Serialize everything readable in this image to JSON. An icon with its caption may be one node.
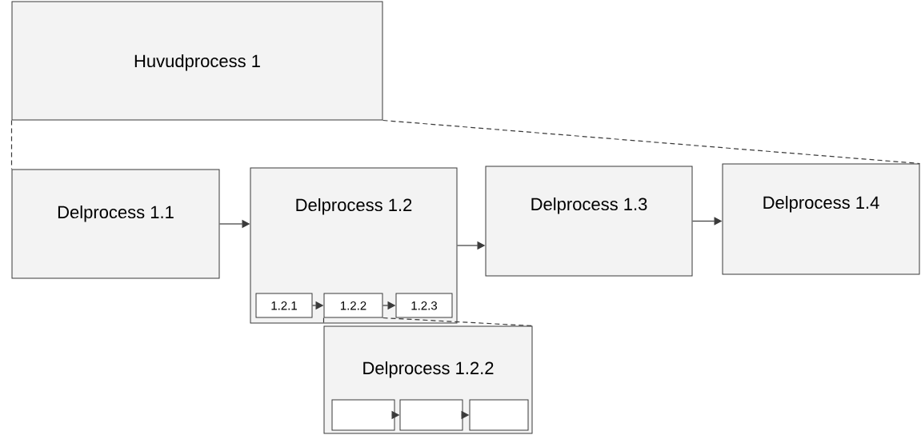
{
  "diagram": {
    "nodes": [
      {
        "text": [
          "Huvudprocess 1"
        ]
      },
      {
        "text": [
          "Delprocess 1.1"
        ]
      },
      {
        "text": [
          "Delprocess 1.2"
        ]
      },
      {
        "text": [
          "1.2.1"
        ],
        "in": 2
      },
      {
        "text": [
          "1.2.2"
        ],
        "in": 2
      },
      {
        "text": [
          "1.2.3"
        ],
        "in": 2
      },
      {
        "text": [
          "Delprocess 1.3"
        ]
      },
      {
        "text": [
          "Delprocess 1.4"
        ]
      },
      {
        "text": [
          "Delprocess 1.2.2"
        ]
      },
      {
        "text": [],
        "shape": "box",
        "in": 8
      },
      {
        "text": [],
        "shape": "box",
        "in": 8
      },
      {
        "text": [],
        "shape": "box",
        "in": 8
      }
    ],
    "edges": [
      {
        "from": 1,
        "to": 2,
        "arrow": "to"
      },
      {
        "from": 2,
        "to": 6,
        "arrow": "to"
      },
      {
        "from": 6,
        "to": 7,
        "arrow": "to"
      },
      {
        "from": 3,
        "to": 4,
        "arrow": "to"
      },
      {
        "from": 4,
        "to": 5,
        "arrow": "to"
      },
      {
        "from": 9,
        "to": 10,
        "arrow": "to"
      },
      {
        "from": 10,
        "to": 11,
        "arrow": "to"
      },
      {
        "from": 0,
        "to": 1,
        "arrow": "none",
        "style": "dashed"
      },
      {
        "from": 0,
        "to": 7,
        "arrow": "none",
        "style": "dashed"
      },
      {
        "from": 4,
        "to": 8,
        "arrow": "none",
        "style": "dashed"
      },
      {
        "from": 4,
        "to": 8,
        "arrow": "none",
        "style": "dashed"
      }
    ]
  }
}
